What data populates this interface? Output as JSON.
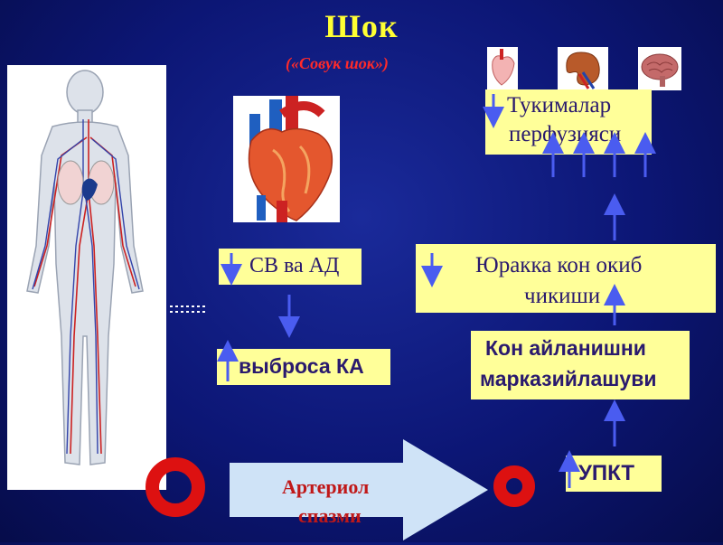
{
  "header": {
    "title": "Шок",
    "subtitle": "(«Совук шок»)"
  },
  "boxes": {
    "tissue_perfusion_line1": "Тукималар",
    "tissue_perfusion_line2": "перфузияси",
    "sv_ad": "СВ ва АД",
    "cardiac_output_line1": "Юракка кон окиб",
    "cardiac_output_line2": "чикиши",
    "vybrosa": "выброса КА",
    "centralization_line1": "Кон айланишни",
    "centralization_line2": "марказийлашуви",
    "upkt": "УПКТ"
  },
  "big_arrow": {
    "line1": "Артериол",
    "line2": "спазми"
  },
  "colors": {
    "background": "#0c1675",
    "title": "#ffff33",
    "subtitle": "#ff2a2a",
    "box_fill": "#ffff99",
    "box_text": "#2a1a6e",
    "arrow": "#4a5cf0",
    "ring": "#dd1111",
    "big_arrow_fill": "#cfe3f7",
    "big_arrow_text": "#c01818"
  }
}
